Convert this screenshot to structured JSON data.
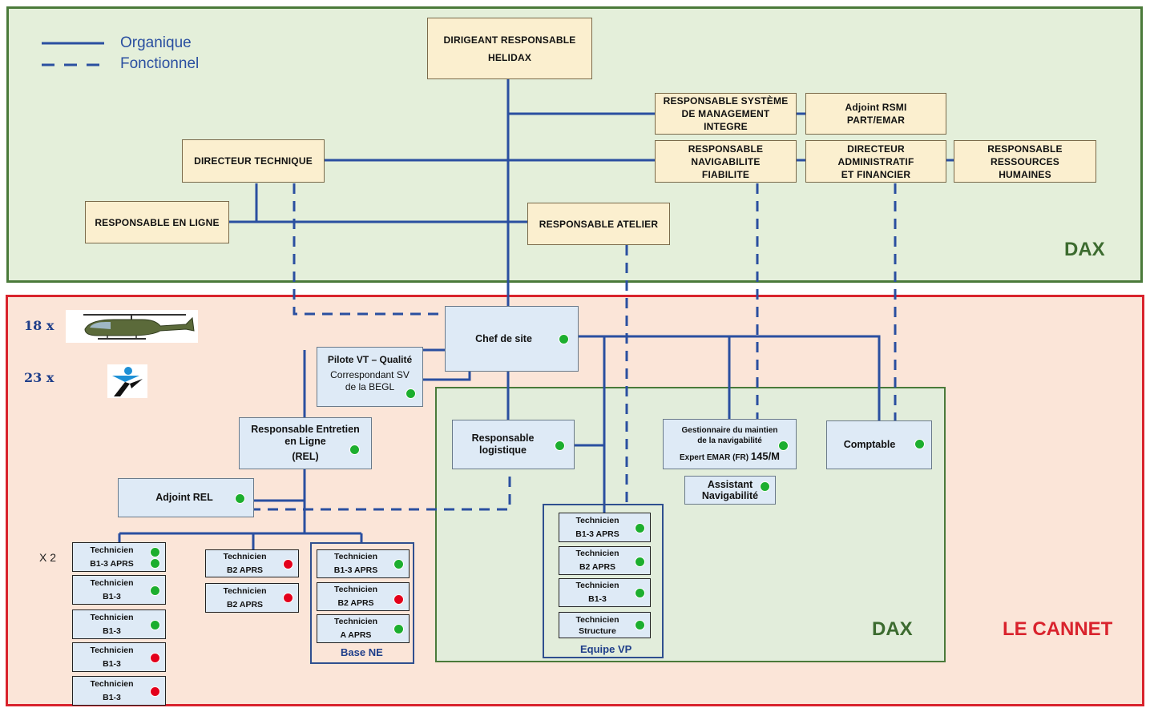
{
  "legend": {
    "organique": "Organique",
    "fonctionnel": "Fonctionnel"
  },
  "regions": {
    "dax_top": "DAX",
    "dax_inner": "DAX",
    "cannet": "LE CANNET"
  },
  "counts": {
    "helicopters": "18 x",
    "staff": "23 x",
    "x2": "X 2"
  },
  "top_boxes": {
    "dirigeant": [
      "DIRIGEANT RESPONSABLE",
      "HELIDAX"
    ],
    "rsmi": [
      "RESPONSABLE SYSTÈME",
      "DE MANAGEMENT",
      "INTEGRE"
    ],
    "adjoint_rsmi": [
      "Adjoint RSMI",
      "PART/EMAR"
    ],
    "directeur_technique": [
      "DIRECTEUR TECHNIQUE"
    ],
    "responsable_navigabilite": [
      "RESPONSABLE",
      "NAVIGABILITE",
      "FIABILITE"
    ],
    "directeur_admin": [
      "DIRECTEUR",
      "ADMINISTRATIF",
      "ET FINANCIER"
    ],
    "responsable_rh": [
      "RESPONSABLE",
      "RESSOURCES",
      "HUMAINES"
    ],
    "responsable_ligne": [
      "RESPONSABLE EN LIGNE"
    ],
    "responsable_atelier": [
      "RESPONSABLE ATELIER"
    ]
  },
  "site_boxes": {
    "chef_site": "Chef de site",
    "pilote_title": "Pilote VT – Qualité",
    "pilote_sub": [
      "Correspondant SV",
      "de la BEGL"
    ],
    "rel": [
      "Responsable Entretien",
      "en Ligne",
      "(REL)"
    ],
    "adjoint_rel": "Adjoint REL",
    "resp_logistique": [
      "Responsable",
      "logistique"
    ],
    "gestionnaire": [
      "Gestionnaire du maintien",
      "de la navigabilité"
    ],
    "gestionnaire_expert_a": "Expert EMAR (FR) ",
    "gestionnaire_expert_b": "145/M",
    "comptable": "Comptable",
    "assistant": [
      "Assistant",
      "Navigabilité"
    ]
  },
  "technicians": {
    "col1": [
      {
        "l1": "Technicien",
        "l2": "B1-3 APRS",
        "status": "green"
      },
      {
        "l1": "Technicien",
        "l2": "B1-3",
        "status": "green"
      },
      {
        "l1": "Technicien",
        "l2": "B1-3",
        "status": "green"
      },
      {
        "l1": "Technicien",
        "l2": "B1-3",
        "status": "red"
      },
      {
        "l1": "Technicien",
        "l2": "B1-3",
        "status": "red"
      }
    ],
    "col2": [
      {
        "l1": "Technicien",
        "l2": "B2 APRS",
        "status": "red"
      },
      {
        "l1": "Technicien",
        "l2": "B2 APRS",
        "status": "red"
      }
    ],
    "base_ne": [
      {
        "l1": "Technicien",
        "l2": "B1-3 APRS",
        "status": "green"
      },
      {
        "l1": "Technicien",
        "l2": "B2 APRS",
        "status": "red"
      },
      {
        "l1": "Technicien",
        "l2": "A APRS",
        "status": "green"
      }
    ],
    "equipe_vp": [
      {
        "l1": "Technicien",
        "l2": "B1-3 APRS",
        "status": "green"
      },
      {
        "l1": "Technicien",
        "l2": "B2 APRS",
        "status": "green"
      },
      {
        "l1": "Technicien",
        "l2": "B1-3",
        "status": "green"
      },
      {
        "l1": "Technicien",
        "l2": "Structure",
        "status": "green"
      }
    ]
  },
  "groups": {
    "base_ne": "Base NE",
    "equipe_vp": "Equipe VP"
  },
  "colors": {
    "line_blue": "#2a4fa0",
    "dax_green": "#3c6b2f",
    "cannet_red": "#d9232d",
    "status_green": "#1cae2e",
    "status_red": "#e3001b"
  },
  "icons": {
    "helicopter": "helicopter-icon",
    "logo": "easa-logo-icon"
  }
}
